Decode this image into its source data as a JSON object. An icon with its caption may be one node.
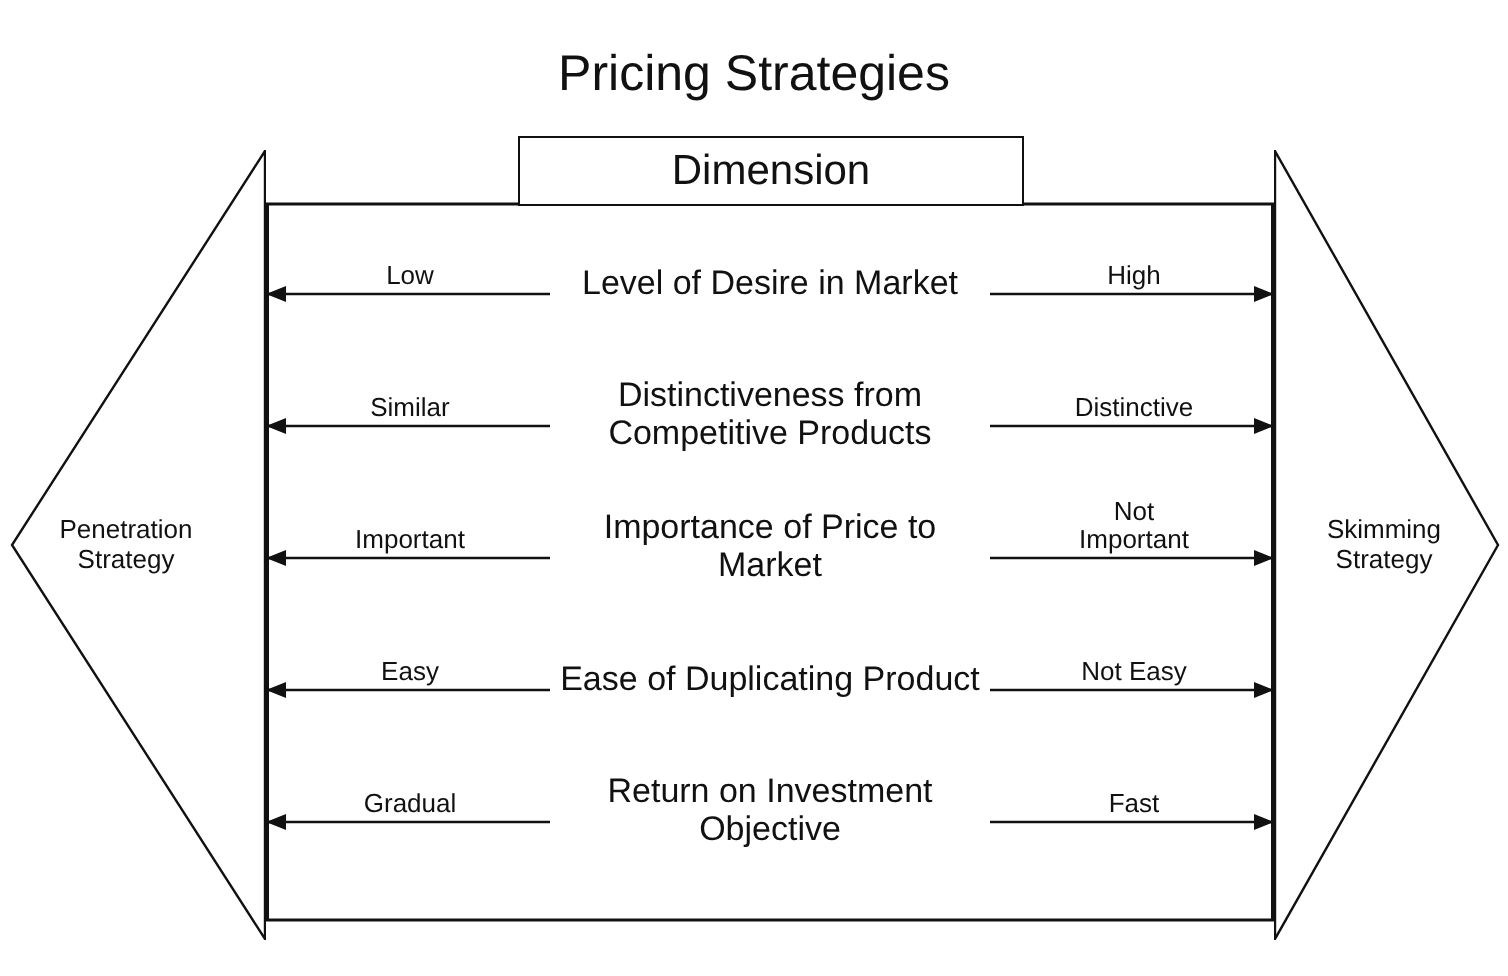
{
  "diagram": {
    "title": "Pricing Strategies",
    "nodes": [
      {
        "text": [
          "Dimension"
        ]
      },
      {
        "text": [
          "Level of Desire in Market"
        ],
        "in": 0
      },
      {
        "text": [
          "Distinctiveness from Competitive Products"
        ],
        "in": 0
      },
      {
        "text": [
          "Importance of Price to Market"
        ],
        "in": 0
      },
      {
        "text": [
          "Ease of Duplicating Product"
        ],
        "in": 0
      },
      {
        "text": [
          "Return on Investment Objective"
        ],
        "in": 0
      },
      {
        "text": [
          "Penetration Strategy"
        ]
      },
      {
        "text": [
          "Skimming Strategy"
        ]
      }
    ],
    "edges": [
      {
        "from": 1,
        "to": 6,
        "arrow": "to",
        "label": "Low"
      },
      {
        "from": 1,
        "to": 7,
        "arrow": "to",
        "label": "High"
      },
      {
        "from": 2,
        "to": 6,
        "arrow": "to",
        "label": "Similar"
      },
      {
        "from": 2,
        "to": 7,
        "arrow": "to",
        "label": "Distinctive"
      },
      {
        "from": 3,
        "to": 6,
        "arrow": "to",
        "label": "Important"
      },
      {
        "from": 3,
        "to": 7,
        "arrow": "to",
        "label": "Not Important"
      },
      {
        "from": 4,
        "to": 6,
        "arrow": "to",
        "label": "Easy"
      },
      {
        "from": 4,
        "to": 7,
        "arrow": "to",
        "label": "Not Easy"
      },
      {
        "from": 5,
        "to": 6,
        "arrow": "to",
        "label": "Gradual"
      },
      {
        "from": 5,
        "to": 7,
        "arrow": "to",
        "label": "Fast"
      }
    ]
  }
}
